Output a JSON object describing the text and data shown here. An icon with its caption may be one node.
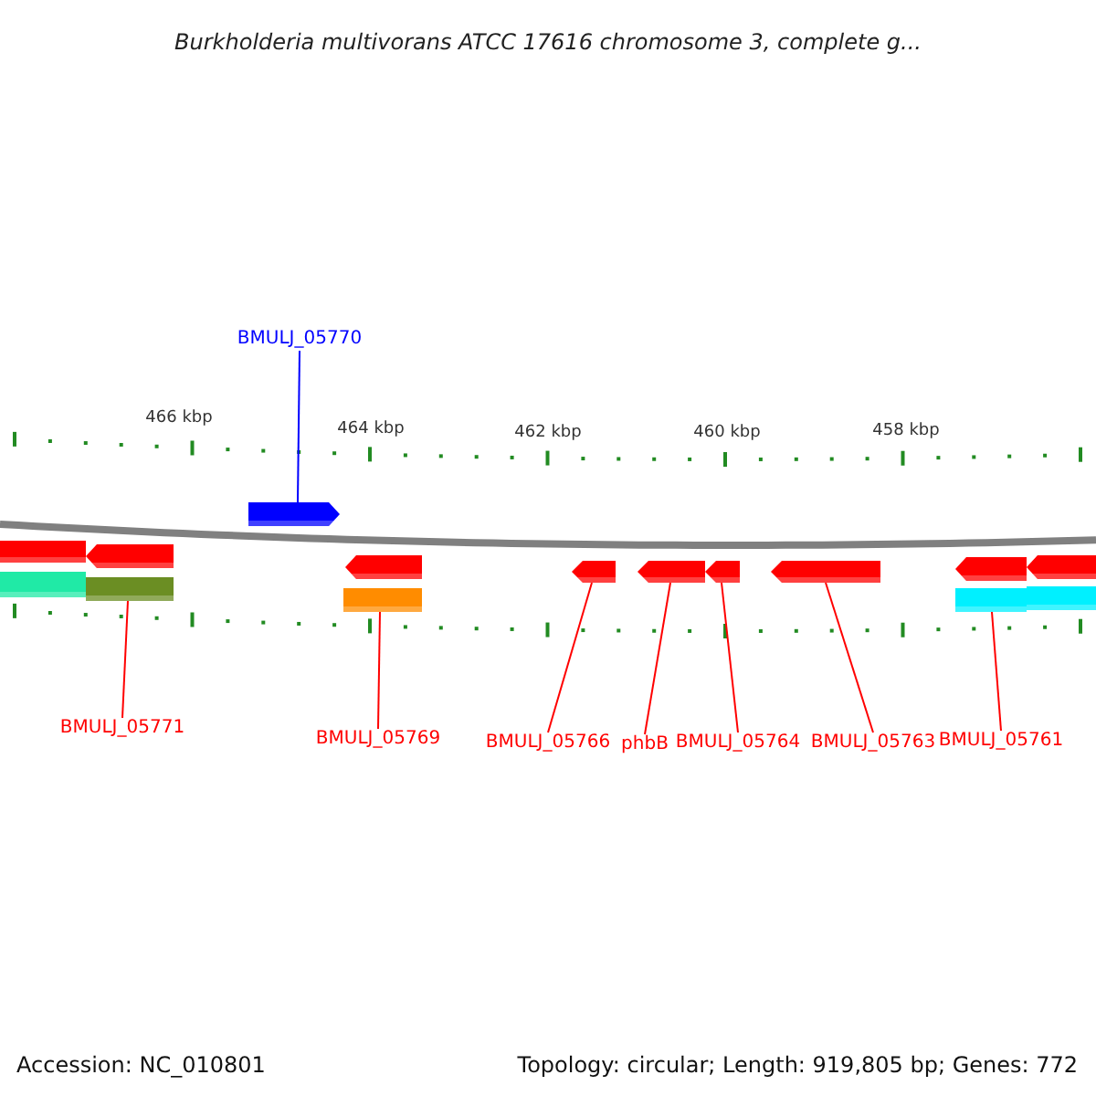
{
  "diagram": {
    "title": "Burkholderia multivorans ATCC 17616 chromosome 3, complete g...",
    "nodes": [
      {
        "text": [],
        "shape": "bar"
      },
      {
        "text": [],
        "shape": "arrow"
      },
      {
        "text": [],
        "shape": "arrow"
      },
      {
        "text": [],
        "shape": "bar"
      },
      {
        "text": [],
        "shape": "bar"
      },
      {
        "text": [],
        "shape": "arrow"
      },
      {
        "text": [],
        "shape": "bar"
      },
      {
        "text": [],
        "shape": "arrow"
      },
      {
        "text": [],
        "shape": "arrow"
      },
      {
        "text": [],
        "shape": "arrow"
      },
      {
        "text": [],
        "shape": "arrow"
      },
      {
        "text": [],
        "shape": "arrow"
      },
      {
        "text": [],
        "shape": "arrow"
      },
      {
        "text": [],
        "shape": "bar"
      },
      {
        "text": [],
        "shape": "bar"
      },
      {
        "text": [
          "BMULJ_05770"
        ]
      },
      {
        "text": [
          "BMULJ_05771"
        ]
      },
      {
        "text": [
          "BMULJ_05769"
        ]
      },
      {
        "text": [
          "BMULJ_05766"
        ]
      },
      {
        "text": [
          "phbB"
        ]
      },
      {
        "text": [
          "BMULJ_05764"
        ]
      },
      {
        "text": [
          "BMULJ_05763"
        ]
      },
      {
        "text": [
          "BMULJ_05761"
        ]
      }
    ],
    "edges": [
      {
        "from": 15,
        "to": 2,
        "arrow": "none",
        "color": "#0000ff"
      },
      {
        "from": 16,
        "to": 4,
        "arrow": "none"
      },
      {
        "from": 17,
        "to": 6,
        "arrow": "none"
      },
      {
        "from": 18,
        "to": 7,
        "arrow": "none"
      },
      {
        "from": 19,
        "to": 8,
        "arrow": "none"
      },
      {
        "from": 20,
        "to": 9,
        "arrow": "none"
      },
      {
        "from": 21,
        "to": 10,
        "arrow": "none"
      },
      {
        "from": 22,
        "to": 13,
        "arrow": "none"
      }
    ],
    "labels": [
      "466 kbp",
      "464 kbp",
      "462 kbp",
      "460 kbp",
      "458 kbp",
      "Accession: NC_010801",
      "Topology: circular; Length: 919,805 bp; Genes: 772"
    ]
  }
}
